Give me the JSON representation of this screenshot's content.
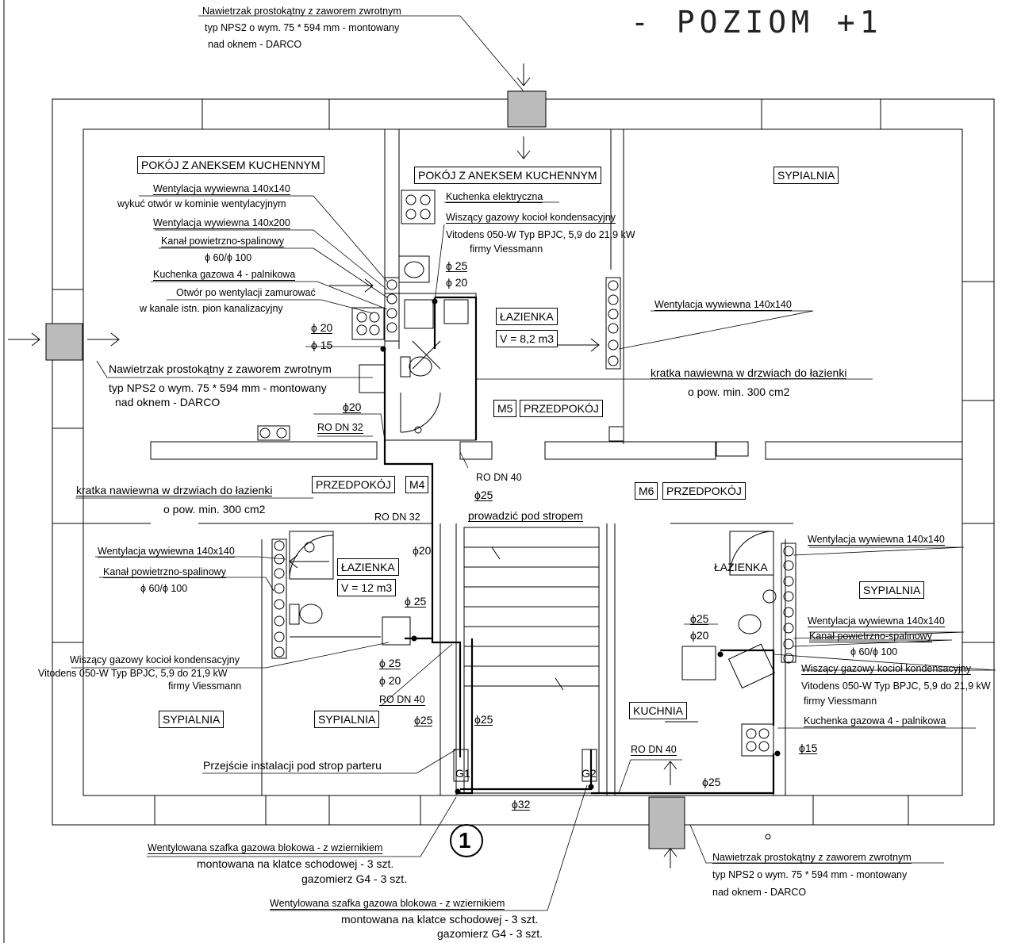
{
  "title": "- POZIOM +1",
  "rooms": {
    "pokoj_left": "POKÓJ Z ANEKSEM KUCHENNYM",
    "pokoj_mid": "POKÓJ Z ANEKSEM KUCHENNYM",
    "sypialnia_top": "SYPIALNIA",
    "lazienka_mid": "ŁAZIENKA",
    "lazienka_mid_vol": "V = 8,2 m3",
    "m5": "M5",
    "przedpokoj_m5": "PRZEDPOKÓJ",
    "przedpokoj_m4": "PRZEDPOKÓJ",
    "m4": "M4",
    "m6": "M6",
    "przedpokoj_m6": "PRZEDPOKÓJ",
    "lazienka_left": "ŁAZIENKA",
    "lazienka_left_vol": "V = 12 m3",
    "lazienka_right": "ŁAZIENKA",
    "sypialnia_right": "SYPIALNIA",
    "sypialnia_bl1": "SYPIALNIA",
    "sypialnia_bl2": "SYPIALNIA",
    "kuchnia": "KUCHNIA"
  },
  "labels": {
    "nawiewnik_top_1": "Nawietrzak prostokątny z zaworem zwrotnym",
    "nawiewnik_top_2": "typ NPS2 o wym. 75 * 594 mm - montowany",
    "nawiewnik_top_3": "nad oknem - DARCO",
    "went_140_1": "Wentylacja wywiewna 140x140",
    "went_140_1b": "wykuć otwór w kominie wentylacyjnym",
    "went_200": "Wentylacja wywiewna 140x200",
    "kanal_1": "Kanał powietrzno-spalinowy",
    "kanal_1b": "ϕ 60/ϕ 100",
    "kuchenka_gaz_1": "Kuchenka gazowa 4 - palnikowa",
    "otwor_1": "Otwór po wentylacji zamurować",
    "otwor_2": "w kanale istn. pion kanalizacyjny",
    "phi20_a": "ϕ 20",
    "phi15_a": "ϕ 15",
    "kuchenka_el": "Kuchenka elektryczna",
    "kociol_mid_1": "Wiszący gazowy kocioł kondensacyjny",
    "kociol_mid_2": "Vitodens 050-W Typ BPJC, 5,9 do 21,9 kW",
    "kociol_mid_3": "firmy Viessmann",
    "phi25_a": "ϕ 25",
    "phi20_b": "ϕ 20",
    "went_140_right": "Wentylacja wywiewna 140x140",
    "kratka_right_1": "kratka nawiewna w drzwiach do łazienki",
    "kratka_right_2": "o pow. min. 300 cm2",
    "nawiewnik_left_1": "Nawietrzak prostokątny z zaworem zwrotnym",
    "nawiewnik_left_2": "typ NPS2 o wym. 75 * 594 mm - montowany",
    "nawiewnik_left_3": "nad oknem - DARCO",
    "phi20_c": "ϕ20",
    "ro32_a": "RO DN 32",
    "ro40_a": "RO DN 40",
    "phi25_b": "ϕ25",
    "prowadzic": "prowadzić pod stropem",
    "kratka_left_1": "kratka nawiewna w drzwiach do łazienki",
    "kratka_left_2": "o pow. min. 300 cm2",
    "ro32_b": "RO DN 32",
    "phi20_d": "ϕ20",
    "went_140_left": "Wentylacja wywiewna 140x140",
    "kanal_2": "Kanał powietrzno-spalinowy",
    "kanal_2b": "ϕ 60/ϕ 100",
    "phi25_c": "ϕ 25",
    "kociol_left_1": "Wiszący gazowy kocioł kondensacyjny",
    "kociol_left_2": "Vitodens 050-W Typ BPJC, 5,9 do 21,9 kW",
    "kociol_left_3": "firmy Viessmann",
    "phi25_d": "ϕ 25",
    "phi20_e": "ϕ 20",
    "ro40_b": "RO DN 40",
    "phi25_e": "ϕ25",
    "phi25_f": "ϕ25",
    "przejscie": "Przejście instalacji pod strop parteru",
    "g1": "G1",
    "g2": "G2",
    "phi32": "ϕ32",
    "ro40_c": "RO DN 40",
    "phi25_g": "ϕ25",
    "went_140_r2": "Wentylacja wywiewna 140x140",
    "phi25_h": "ϕ25",
    "phi20_f": "ϕ20",
    "went_140_r3": "Wentylacja wywiewna 140x140",
    "kanal_3": "Kanał powietrzno-spalinowy",
    "kanal_3b": "ϕ 60/ϕ 100",
    "kociol_right_1": "Wiszący gazowy kocioł kondensacyjny",
    "kociol_right_2": "Vitodens 050-W Typ BPJC, 5,9 do 21,9 kW",
    "kociol_right_3": "firmy Viessmann",
    "kuchenka_gaz_2": "Kuchenka gazowa 4 - palnikowa",
    "phi15_b": "ϕ15",
    "szafka1_1": "Wentylowana szafka gazowa blokowa - z wziernikiem",
    "szafka1_2": "montowana na klatce schodowej - 3 szt.",
    "szafka1_3": "gazomierz G4 - 3 szt.",
    "szafka2_1": "Wentylowana szafka gazowa blokowa - z wziernikiem",
    "szafka2_2": "montowana na klatce schodowej - 3 szt.",
    "szafka2_3": "gazomierz G4 - 3 szt.",
    "nawiewnik_bot_1": "Nawietrzak prostokątny z zaworem zwrotnym",
    "nawiewnik_bot_2": "typ NPS2 o wym. 75 * 594 mm - montowany",
    "nawiewnik_bot_3": "nad oknem - DARCO",
    "section_no": "1"
  }
}
